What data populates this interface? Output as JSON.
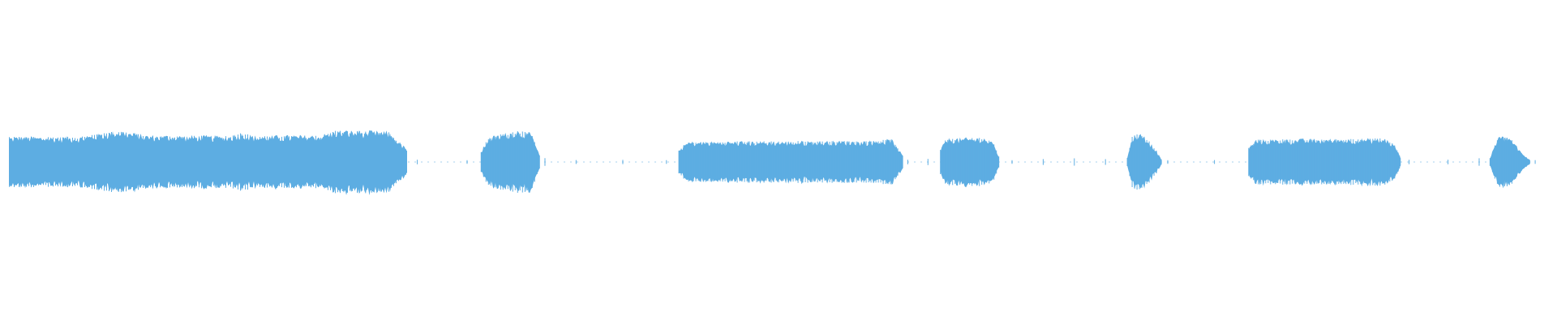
{
  "waveform": {
    "color": "#5dade2",
    "background": "#ffffff",
    "timeline_start": 0.0,
    "timeline_end": 1.0,
    "segments": [
      {
        "start": 0.006,
        "end": 0.262,
        "level": 0.62,
        "kind": "sustained",
        "envelope": [
          [
            0.0,
            0.62
          ],
          [
            0.18,
            0.62
          ],
          [
            0.28,
            0.78
          ],
          [
            0.34,
            0.66
          ],
          [
            0.55,
            0.64
          ],
          [
            0.58,
            0.72
          ],
          [
            0.62,
            0.64
          ],
          [
            0.78,
            0.66
          ],
          [
            0.82,
            0.78
          ],
          [
            0.95,
            0.75
          ],
          [
            1.0,
            0.3
          ]
        ]
      },
      {
        "start": 0.309,
        "end": 0.347,
        "level": 0.7,
        "kind": "burst",
        "envelope": [
          [
            0.0,
            0.25
          ],
          [
            0.12,
            0.6
          ],
          [
            0.6,
            0.78
          ],
          [
            0.85,
            0.7
          ],
          [
            1.0,
            0.12
          ]
        ]
      },
      {
        "start": 0.436,
        "end": 0.58,
        "level": 0.5,
        "kind": "sustained",
        "envelope": [
          [
            0.0,
            0.3
          ],
          [
            0.04,
            0.5
          ],
          [
            0.85,
            0.52
          ],
          [
            0.95,
            0.56
          ],
          [
            1.0,
            0.15
          ]
        ]
      },
      {
        "start": 0.604,
        "end": 0.642,
        "level": 0.58,
        "kind": "burst",
        "envelope": [
          [
            0.0,
            0.3
          ],
          [
            0.1,
            0.58
          ],
          [
            0.75,
            0.6
          ],
          [
            0.9,
            0.45
          ],
          [
            1.0,
            0.1
          ]
        ]
      },
      {
        "start": 0.724,
        "end": 0.746,
        "level": 0.66,
        "kind": "burst",
        "envelope": [
          [
            0.0,
            0.1
          ],
          [
            0.15,
            0.66
          ],
          [
            0.45,
            0.7
          ],
          [
            0.8,
            0.35
          ],
          [
            1.0,
            0.06
          ]
        ]
      },
      {
        "start": 0.802,
        "end": 0.9,
        "level": 0.55,
        "kind": "sustained",
        "envelope": [
          [
            0.0,
            0.35
          ],
          [
            0.05,
            0.55
          ],
          [
            0.9,
            0.58
          ],
          [
            0.96,
            0.4
          ],
          [
            1.0,
            0.08
          ]
        ]
      },
      {
        "start": 0.957,
        "end": 0.983,
        "level": 0.64,
        "kind": "burst",
        "envelope": [
          [
            0.0,
            0.1
          ],
          [
            0.2,
            0.64
          ],
          [
            0.5,
            0.6
          ],
          [
            0.8,
            0.2
          ],
          [
            1.0,
            0.04
          ]
        ]
      }
    ],
    "quiet_ticks": [
      0.268,
      0.3,
      0.35,
      0.37,
      0.4,
      0.428,
      0.583,
      0.596,
      0.65,
      0.67,
      0.69,
      0.71,
      0.75,
      0.78,
      0.905,
      0.93,
      0.95,
      0.986
    ]
  }
}
